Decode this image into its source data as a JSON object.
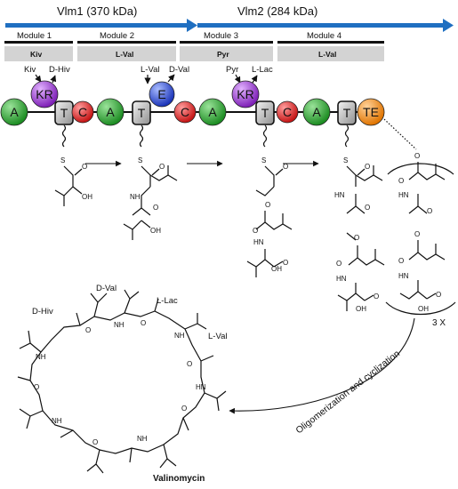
{
  "proteins": [
    {
      "name": "Vlm1 (370 kDa)"
    },
    {
      "name": "Vlm2 (284 kDa)"
    }
  ],
  "modules": [
    {
      "label": "Module 1",
      "substrate": "Kiv"
    },
    {
      "label": "Module 2",
      "substrate": "L-Val"
    },
    {
      "label": "Module 3",
      "substrate": "Pyr"
    },
    {
      "label": "Module 4",
      "substrate": "L-Val"
    }
  ],
  "domains": [
    "A",
    "KR",
    "T",
    "C",
    "A",
    "T",
    "E",
    "C",
    "A",
    "KR",
    "T",
    "C",
    "A",
    "T",
    "TE"
  ],
  "domain_annotations": {
    "kiv": "Kiv",
    "d_hiv": "D-Hiv",
    "l_val": "L-Val",
    "d_val": "D-Val",
    "pyr": "Pyr",
    "l_lac": "L-Lac"
  },
  "repeat_label": "3 X",
  "process_label": "Oligomerization and cyclization",
  "product": {
    "name": "Valinomycin",
    "labels": {
      "d_val": "D-Val",
      "d_hiv": "D-Hiv",
      "l_lac": "L-Lac",
      "l_val": "L-Val"
    }
  },
  "atoms": {
    "s": "S",
    "o": "O",
    "oh": "OH",
    "nh": "NH",
    "hn": "HN"
  },
  "colors": {
    "arrow_blue": "#1f6fc1",
    "domain_A": "#2fa331",
    "domain_KR": "#9b30d3",
    "domain_T": "#b8b8b8",
    "domain_C": "#e02222",
    "domain_E": "#2746d6",
    "domain_TE": "#f08a16"
  }
}
